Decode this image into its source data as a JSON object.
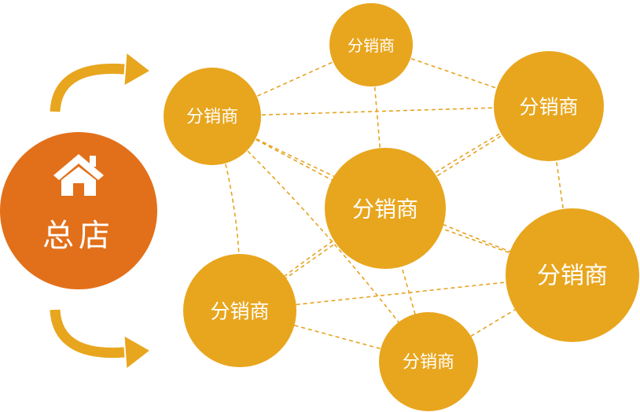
{
  "colors": {
    "hub": "#e2701a",
    "node": "#e8a61e",
    "link": "#e6a321",
    "arrow": "#e8a61e",
    "text": "#ffffff",
    "background": "#ffffff"
  },
  "hub": {
    "id": "hub",
    "label": "总店",
    "icon": "house-icon"
  },
  "distributors": [
    {
      "id": "d-top",
      "label": "分销商"
    },
    {
      "id": "d-upper-left",
      "label": "分销商"
    },
    {
      "id": "d-upper-right",
      "label": "分销商"
    },
    {
      "id": "d-center",
      "label": "分销商"
    },
    {
      "id": "d-lower-right",
      "label": "分销商"
    },
    {
      "id": "d-lower-left",
      "label": "分销商"
    },
    {
      "id": "d-bottom",
      "label": "分销商"
    }
  ],
  "links": [
    [
      "d-upper-left",
      "d-top"
    ],
    [
      "d-upper-left",
      "d-upper-right"
    ],
    [
      "d-upper-left",
      "d-center"
    ],
    [
      "d-upper-left",
      "d-lower-right"
    ],
    [
      "d-upper-left",
      "d-lower-left"
    ],
    [
      "d-upper-left",
      "d-bottom"
    ],
    [
      "d-top",
      "d-upper-right"
    ],
    [
      "d-top",
      "d-center"
    ],
    [
      "d-upper-right",
      "d-center"
    ],
    [
      "d-upper-right",
      "d-lower-right"
    ],
    [
      "d-upper-right",
      "d-lower-left"
    ],
    [
      "d-center",
      "d-lower-left"
    ],
    [
      "d-center",
      "d-bottom"
    ],
    [
      "d-center",
      "d-lower-right"
    ],
    [
      "d-lower-left",
      "d-bottom"
    ],
    [
      "d-lower-left",
      "d-lower-right"
    ],
    [
      "d-bottom",
      "d-lower-right"
    ]
  ],
  "arrows": [
    {
      "id": "arrow-top",
      "direction": "from hub to upper distributors"
    },
    {
      "id": "arrow-bottom",
      "direction": "from hub to lower distributors"
    }
  ]
}
